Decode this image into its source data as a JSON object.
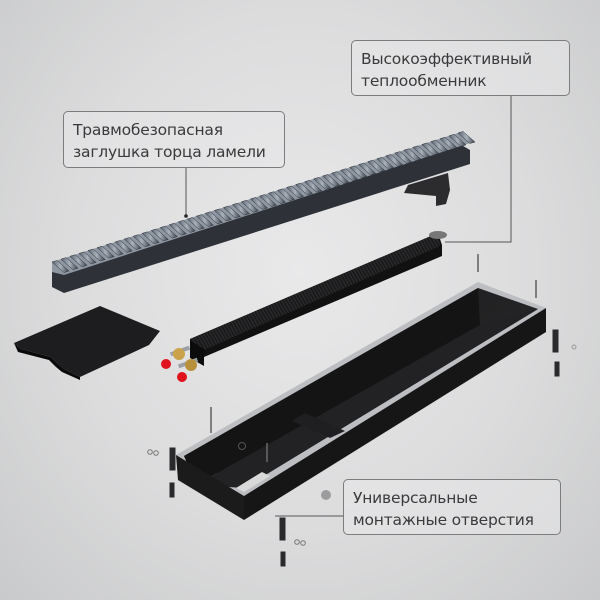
{
  "diagram": {
    "type": "exploded-product-view",
    "subject": "in-floor trench convector",
    "callouts": [
      {
        "id": "exchanger",
        "lines": [
          "Высокоэффективный",
          "теплообменник"
        ],
        "points_to": "heat-exchanger"
      },
      {
        "id": "endcap",
        "lines": [
          "Травмобезопасная",
          "заглушка торца ламели"
        ],
        "points_to": "roll-grille"
      },
      {
        "id": "holes",
        "lines": [
          "Универсальные",
          "монтажные отверстия"
        ],
        "points_to": "convector-housing"
      }
    ],
    "components": [
      {
        "name": "roll-grille",
        "description": "aluminium linear roll grille with slats"
      },
      {
        "name": "end-cover",
        "description": "black end cover plate"
      },
      {
        "name": "heat-exchanger",
        "description": "black finned heat exchanger with brass fittings and red caps"
      },
      {
        "name": "convector-housing",
        "description": "black trench housing with silver frame"
      },
      {
        "name": "mounting-brackets",
        "description": "height-adjustment brackets with screws"
      }
    ]
  },
  "colors": {
    "background": "#dcdcdd",
    "callout_border": "#7c7c7e",
    "callout_text": "#3a3a3c",
    "leader_line": "#555557",
    "grille_slat": "#7f8a98",
    "housing": "#1c1c1e",
    "frame": "#b8babd",
    "cap_red": "#e0121b",
    "fitting_brass": "#c9a24a"
  }
}
